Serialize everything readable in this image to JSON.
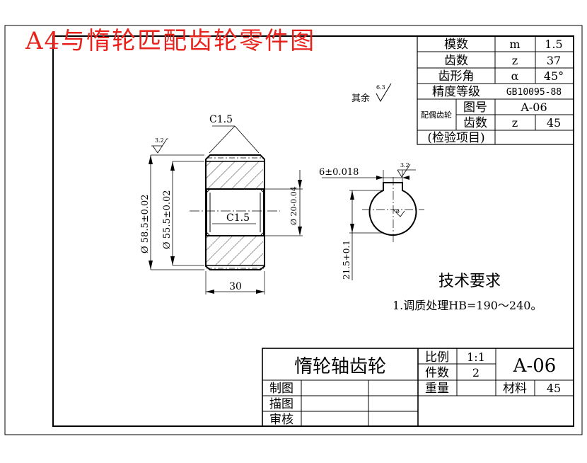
{
  "header": {
    "overlay_title": "A4与惰轮匹配齿轮零件图",
    "overlay_color": "#e8221b"
  },
  "param_table": {
    "rows": [
      {
        "label": "模数",
        "symbol": "m",
        "value": "1.5"
      },
      {
        "label": "齿数",
        "symbol": "z",
        "value": "37"
      },
      {
        "label": "齿形角",
        "symbol": "α",
        "value": "45°"
      },
      {
        "label": "精度等级",
        "value": "GB10095-88"
      }
    ],
    "mating_label": "配偶齿轮",
    "mating_rows": [
      {
        "label": "图号",
        "value": "A-06"
      },
      {
        "label": "齿数",
        "symbol": "z",
        "value": "45"
      }
    ],
    "check_label": "(检验项目)"
  },
  "surface": {
    "other_label": "其余",
    "other_value": "6.3",
    "bore_value": "3.2",
    "key_value": "3.2"
  },
  "front_view": {
    "chamfer_top": "C1.5",
    "chamfer_mid": "C1.5",
    "dim_outer": "Ø 58.5±0.02",
    "dim_inner": "Ø 55.5±0.02",
    "dim_bore": "Ø 20-0.04",
    "dim_width": "30"
  },
  "side_view": {
    "keyway_width": "6±0.018",
    "key_depth": "21.5+0.1"
  },
  "tech": {
    "title": "技术要求",
    "item": "1.调质处理HB=190～240。"
  },
  "title_block": {
    "part_name": "惰轮轴齿轮",
    "scale_label": "比例",
    "scale_value": "1:1",
    "qty_label": "件数",
    "qty_value": "2",
    "drawing_no": "A-06",
    "weight_label": "重量",
    "material_label": "材料",
    "material_value": "45",
    "drawn_label": "制图",
    "traced_label": "描图",
    "checked_label": "审核"
  }
}
